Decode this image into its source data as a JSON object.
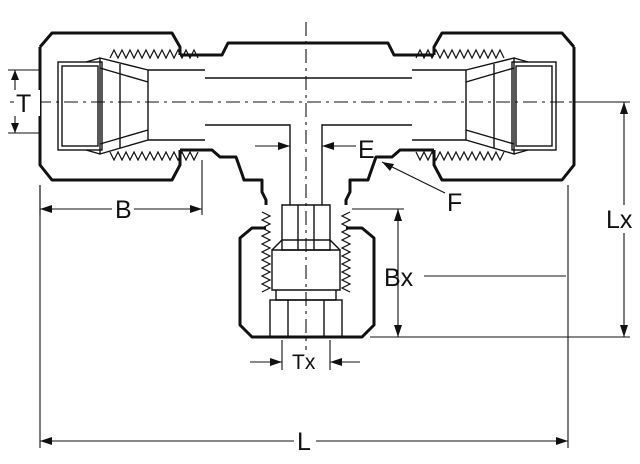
{
  "labels": {
    "T": "T",
    "B": "B",
    "E": "E",
    "F": "F",
    "Lx": "Lx",
    "Bx": "Bx",
    "Tx": "Tx",
    "L": "L"
  }
}
